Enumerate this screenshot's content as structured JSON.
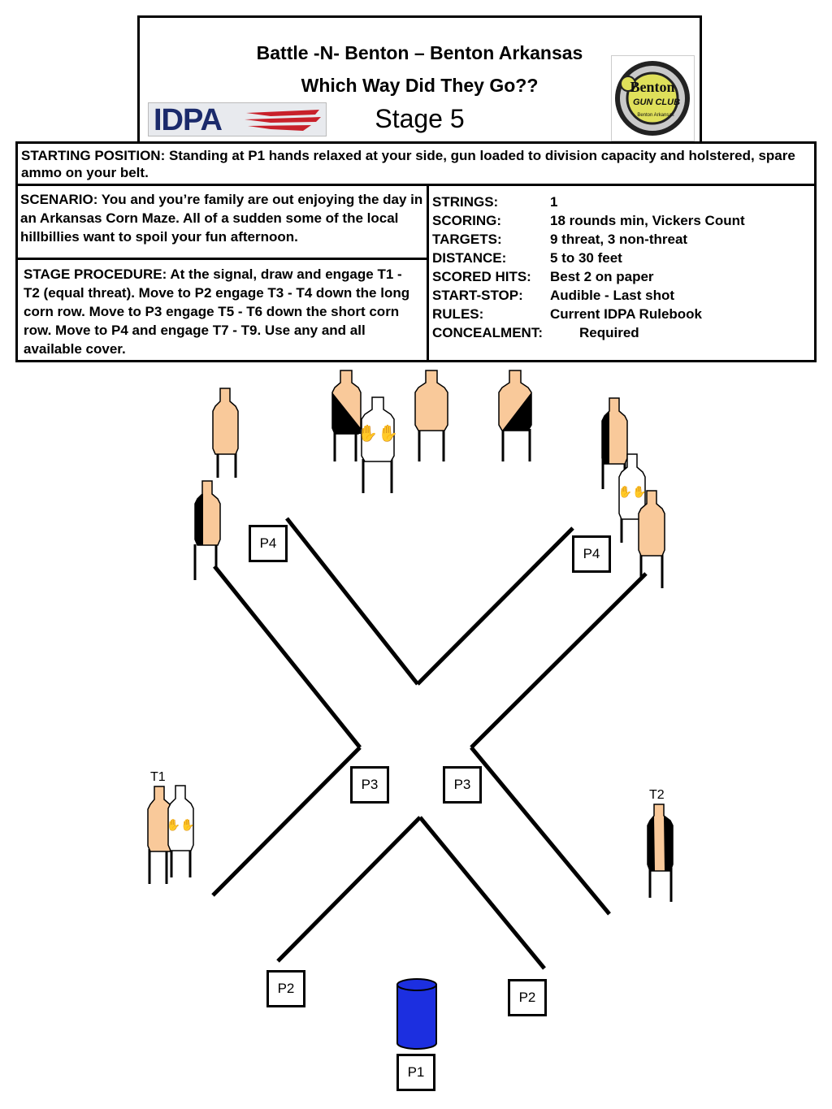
{
  "header": {
    "title_line1": "Battle -N- Benton – Benton Arkansas",
    "title_line2": "Which Way Did They Go??",
    "stage": "Stage 5",
    "idpa_logo_text": "IDPA",
    "club_logo": {
      "name": "Benton",
      "sub": "GUN CLUB",
      "location": "Benton Arkansas"
    }
  },
  "starting_position": "STARTING POSITION: Standing at P1 hands relaxed at your side, gun loaded to division capacity and holstered, spare ammo on your belt.",
  "scenario": "SCENARIO: You and you’re family are out enjoying the day in an Arkansas Corn Maze. All of a sudden some of the local hillbillies want to spoil your fun afternoon.",
  "procedure": "STAGE PROCEDURE:  At the signal, draw and engage T1 - T2 (equal threat). Move to P2 engage T3 - T4 down the long corn row. Move to P3 engage T5 - T6 down the short corn row. Move to P4 and engage T7 - T9. Use any and all available cover.",
  "stage_info": [
    {
      "key": "STRINGS:",
      "value": "1"
    },
    {
      "key": "SCORING:",
      "value": "18 rounds min, Vickers Count"
    },
    {
      "key": "TARGETS:",
      "value": "9 threat, 3 non-threat"
    },
    {
      "key": "DISTANCE:",
      "value": "5 to 30 feet"
    },
    {
      "key": "SCORED HITS:",
      "value": "Best 2 on paper"
    },
    {
      "key": "START-STOP:",
      "value": "Audible - Last shot"
    },
    {
      "key": "RULES:",
      "value": "Current IDPA Rulebook"
    },
    {
      "key": "CONCEALMENT:",
      "value": "Required"
    }
  ],
  "positions": {
    "p4_left": "P4",
    "p4_right": "P4",
    "p3_left": "P3",
    "p3_right": "P3",
    "p2_left": "P2",
    "p2_right": "P2",
    "p1": "P1"
  },
  "target_labels": {
    "t1": "T1",
    "t2": "T2"
  },
  "colors": {
    "threat_target": "#F9C99A",
    "non_threat_target": "#FFFFFF",
    "hard_cover": "#000000",
    "barrel": "#1C2FE0"
  }
}
